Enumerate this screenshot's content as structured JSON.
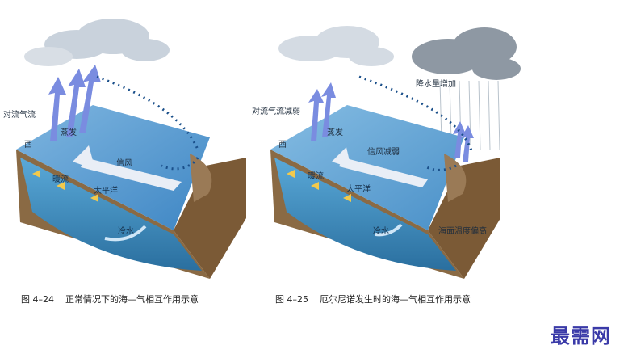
{
  "fig1": {
    "labels": {
      "convection": "对流气流",
      "evaporation": "蒸发",
      "trade_wind": "信风",
      "west": "西",
      "warm_current": "暖流",
      "pacific": "太平洋",
      "cold_water": "冷水"
    },
    "caption_number": "图 4–24",
    "caption_text": "正常情况下的海—气相互作用示意"
  },
  "fig2": {
    "labels": {
      "convection": "对流气流减弱",
      "evaporation": "蒸发",
      "trade_wind": "信风减弱",
      "west": "西",
      "warm_current": "暖流",
      "pacific": "太平洋",
      "cold_water": "冷水",
      "rainfall": "降水量增加",
      "sst_high": "海面温度偏高"
    },
    "caption_number": "图 4–25",
    "caption_text": "厄尔尼诺发生时的海—气相互作用示意"
  },
  "watermark": "最需网",
  "colors": {
    "ocean_surface": "#4f94cf",
    "ocean_side": "#2f7fb8",
    "earth": "#8a6a44",
    "arrow": "#6b7fd6",
    "watermark": "#3a3aa8"
  }
}
